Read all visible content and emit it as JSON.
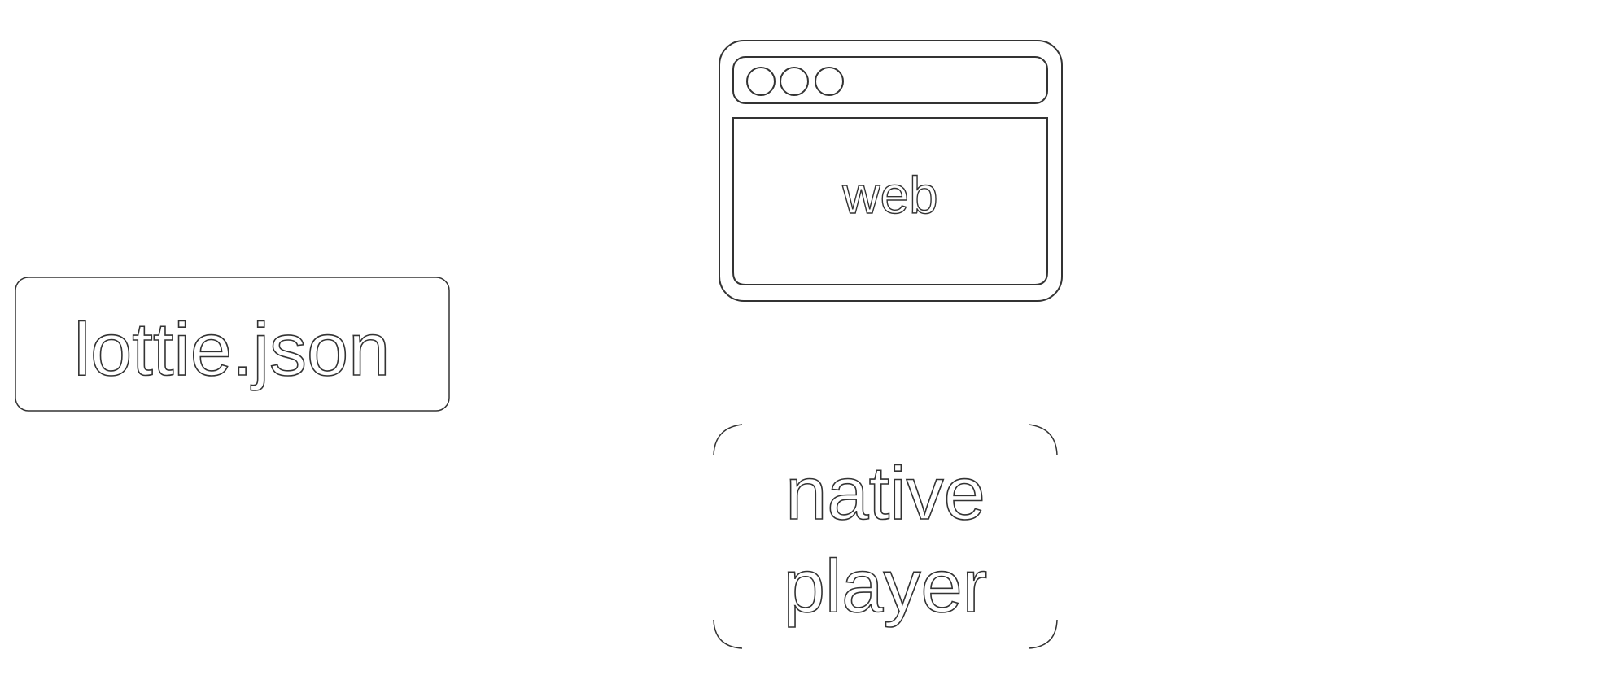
{
  "nodes": {
    "source": {
      "label": "lottie.json"
    },
    "web": {
      "label": "web"
    },
    "native": {
      "line1": "native",
      "line2": "player"
    }
  },
  "colors": {
    "stroke": "#333333",
    "fill": "#ffffff",
    "background": "#ffffff"
  },
  "icons": {
    "web": "browser-window-icon"
  }
}
